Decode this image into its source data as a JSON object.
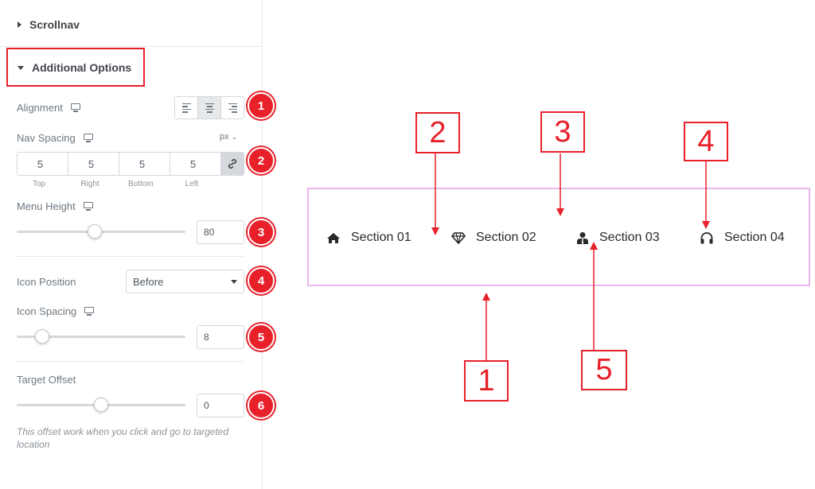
{
  "panel": {
    "scrollnav_title": "Scrollnav",
    "additional_title": "Additional Options",
    "alignment": {
      "label": "Alignment",
      "options": [
        "left",
        "center",
        "right"
      ],
      "selected": "center"
    },
    "nav_spacing": {
      "label": "Nav Spacing",
      "unit": "px",
      "values": {
        "top": "5",
        "right": "5",
        "bottom": "5",
        "left": "5"
      },
      "labels": {
        "top": "Top",
        "right": "Right",
        "bottom": "Bottom",
        "left": "Left"
      },
      "linked": true
    },
    "menu_height": {
      "label": "Menu Height",
      "value": "80",
      "slider_fraction": 0.46
    },
    "icon_position": {
      "label": "Icon Position",
      "value": "Before"
    },
    "icon_spacing": {
      "label": "Icon Spacing",
      "value": "8",
      "slider_fraction": 0.15
    },
    "target_offset": {
      "label": "Target Offset",
      "value": "0",
      "slider_fraction": 0.5
    },
    "hint": "This offset work when you click and go to targeted location"
  },
  "badges": [
    "1",
    "2",
    "3",
    "4",
    "5",
    "6"
  ],
  "preview": {
    "items": [
      {
        "label": "Section 01",
        "icon": "home-icon"
      },
      {
        "label": "Section 02",
        "icon": "diamond-icon"
      },
      {
        "label": "Section 03",
        "icon": "user-tie-icon"
      },
      {
        "label": "Section 04",
        "icon": "headphones-icon"
      }
    ]
  },
  "callouts": [
    "1",
    "2",
    "3",
    "4",
    "5"
  ],
  "colors": {
    "accent_red": "#e8202a",
    "preview_border": "#e8b6ea",
    "label_gray": "#6d7882"
  }
}
